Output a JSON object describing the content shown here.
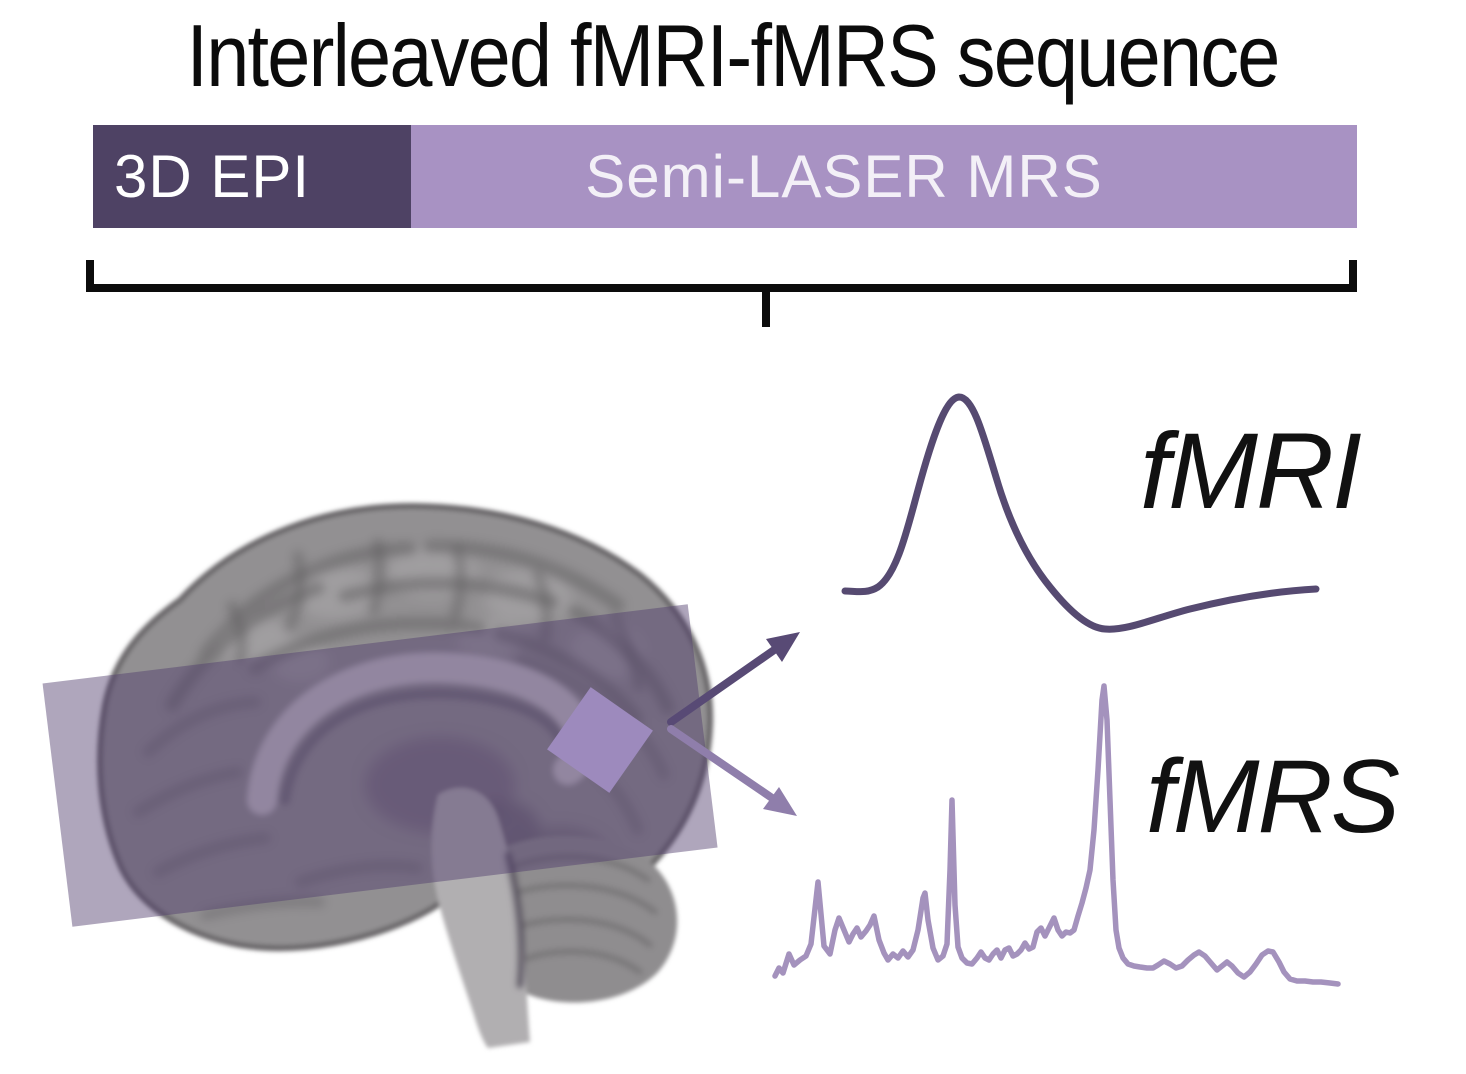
{
  "figure_title": "Interleaved fMRI-fMRS sequence",
  "sequence_bar": {
    "segments": [
      {
        "label": "3D EPI",
        "color": "#4e4264",
        "text_color": "#ffffff"
      },
      {
        "label": "Semi-LASER MRS",
        "color": "#a892c3",
        "text_color": "#f3f0f7"
      }
    ]
  },
  "bracket_color": "#0c0c0c",
  "brain": {
    "slab_color": "rgba(80,60,110,0.46)",
    "voxel_color": "#9d8abd"
  },
  "signals": [
    {
      "label": "fMRI",
      "kind": "hemodynamic-response-curve",
      "color": "#564a71"
    },
    {
      "label": "fMRS",
      "kind": "mr-spectrum",
      "color": "#a492bd"
    }
  ],
  "arrows": {
    "upper_color": "#584a75",
    "lower_color": "#8f7eab"
  }
}
